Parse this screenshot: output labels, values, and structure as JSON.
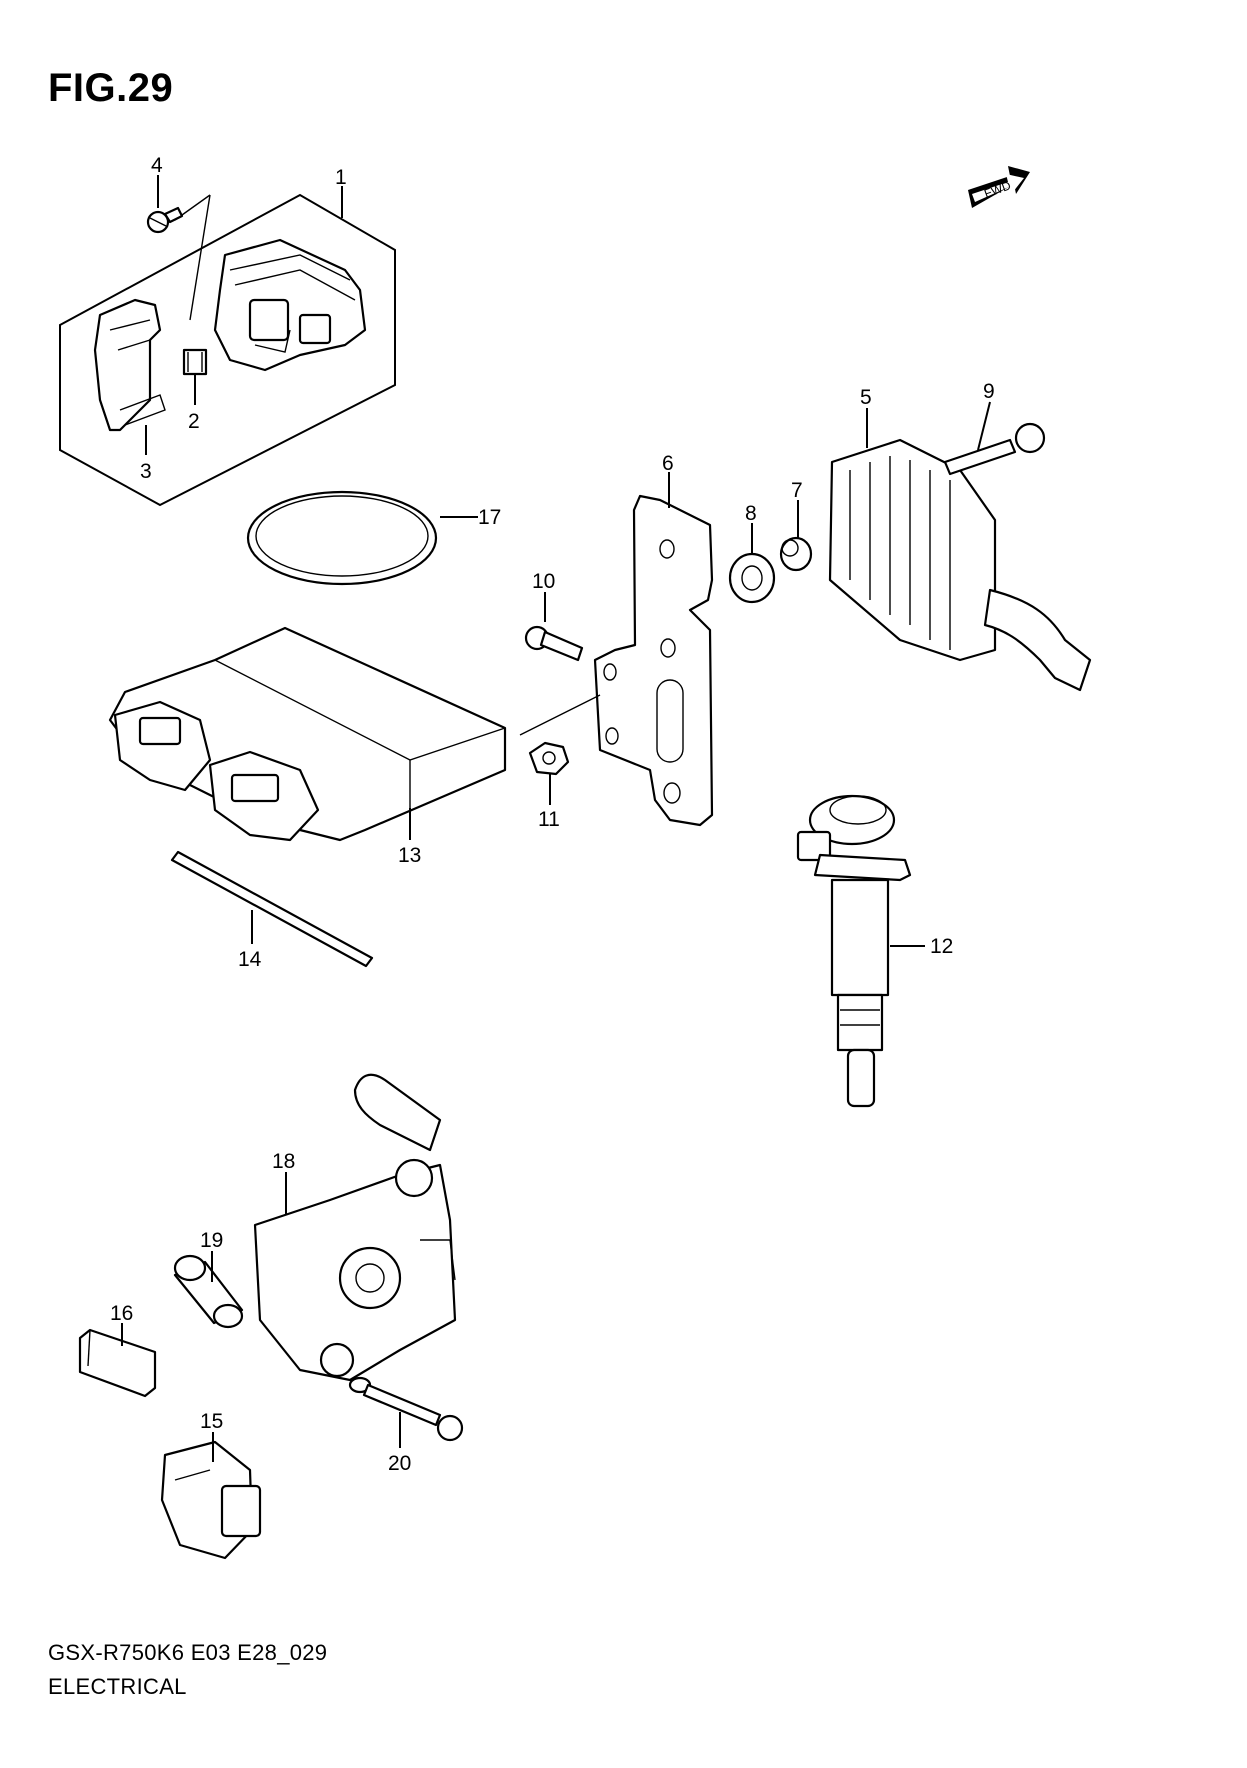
{
  "figure": {
    "title": "FIG.29",
    "fwd_badge": "FWD",
    "model_code": "GSX-R750K6 E03 E28_029",
    "section_title": "ELECTRICAL"
  },
  "callouts": [
    {
      "id": "c1",
      "label": "1"
    },
    {
      "id": "c2",
      "label": "2"
    },
    {
      "id": "c3",
      "label": "3"
    },
    {
      "id": "c4",
      "label": "4"
    },
    {
      "id": "c5",
      "label": "5"
    },
    {
      "id": "c6",
      "label": "6"
    },
    {
      "id": "c7",
      "label": "7"
    },
    {
      "id": "c8",
      "label": "8"
    },
    {
      "id": "c9",
      "label": "9"
    },
    {
      "id": "c10",
      "label": "10"
    },
    {
      "id": "c11",
      "label": "11"
    },
    {
      "id": "c12",
      "label": "12"
    },
    {
      "id": "c13",
      "label": "13"
    },
    {
      "id": "c14",
      "label": "14"
    },
    {
      "id": "c15",
      "label": "15"
    },
    {
      "id": "c16",
      "label": "16"
    },
    {
      "id": "c17",
      "label": "17"
    },
    {
      "id": "c18",
      "label": "18"
    },
    {
      "id": "c19",
      "label": "19"
    },
    {
      "id": "c20",
      "label": "20"
    }
  ]
}
